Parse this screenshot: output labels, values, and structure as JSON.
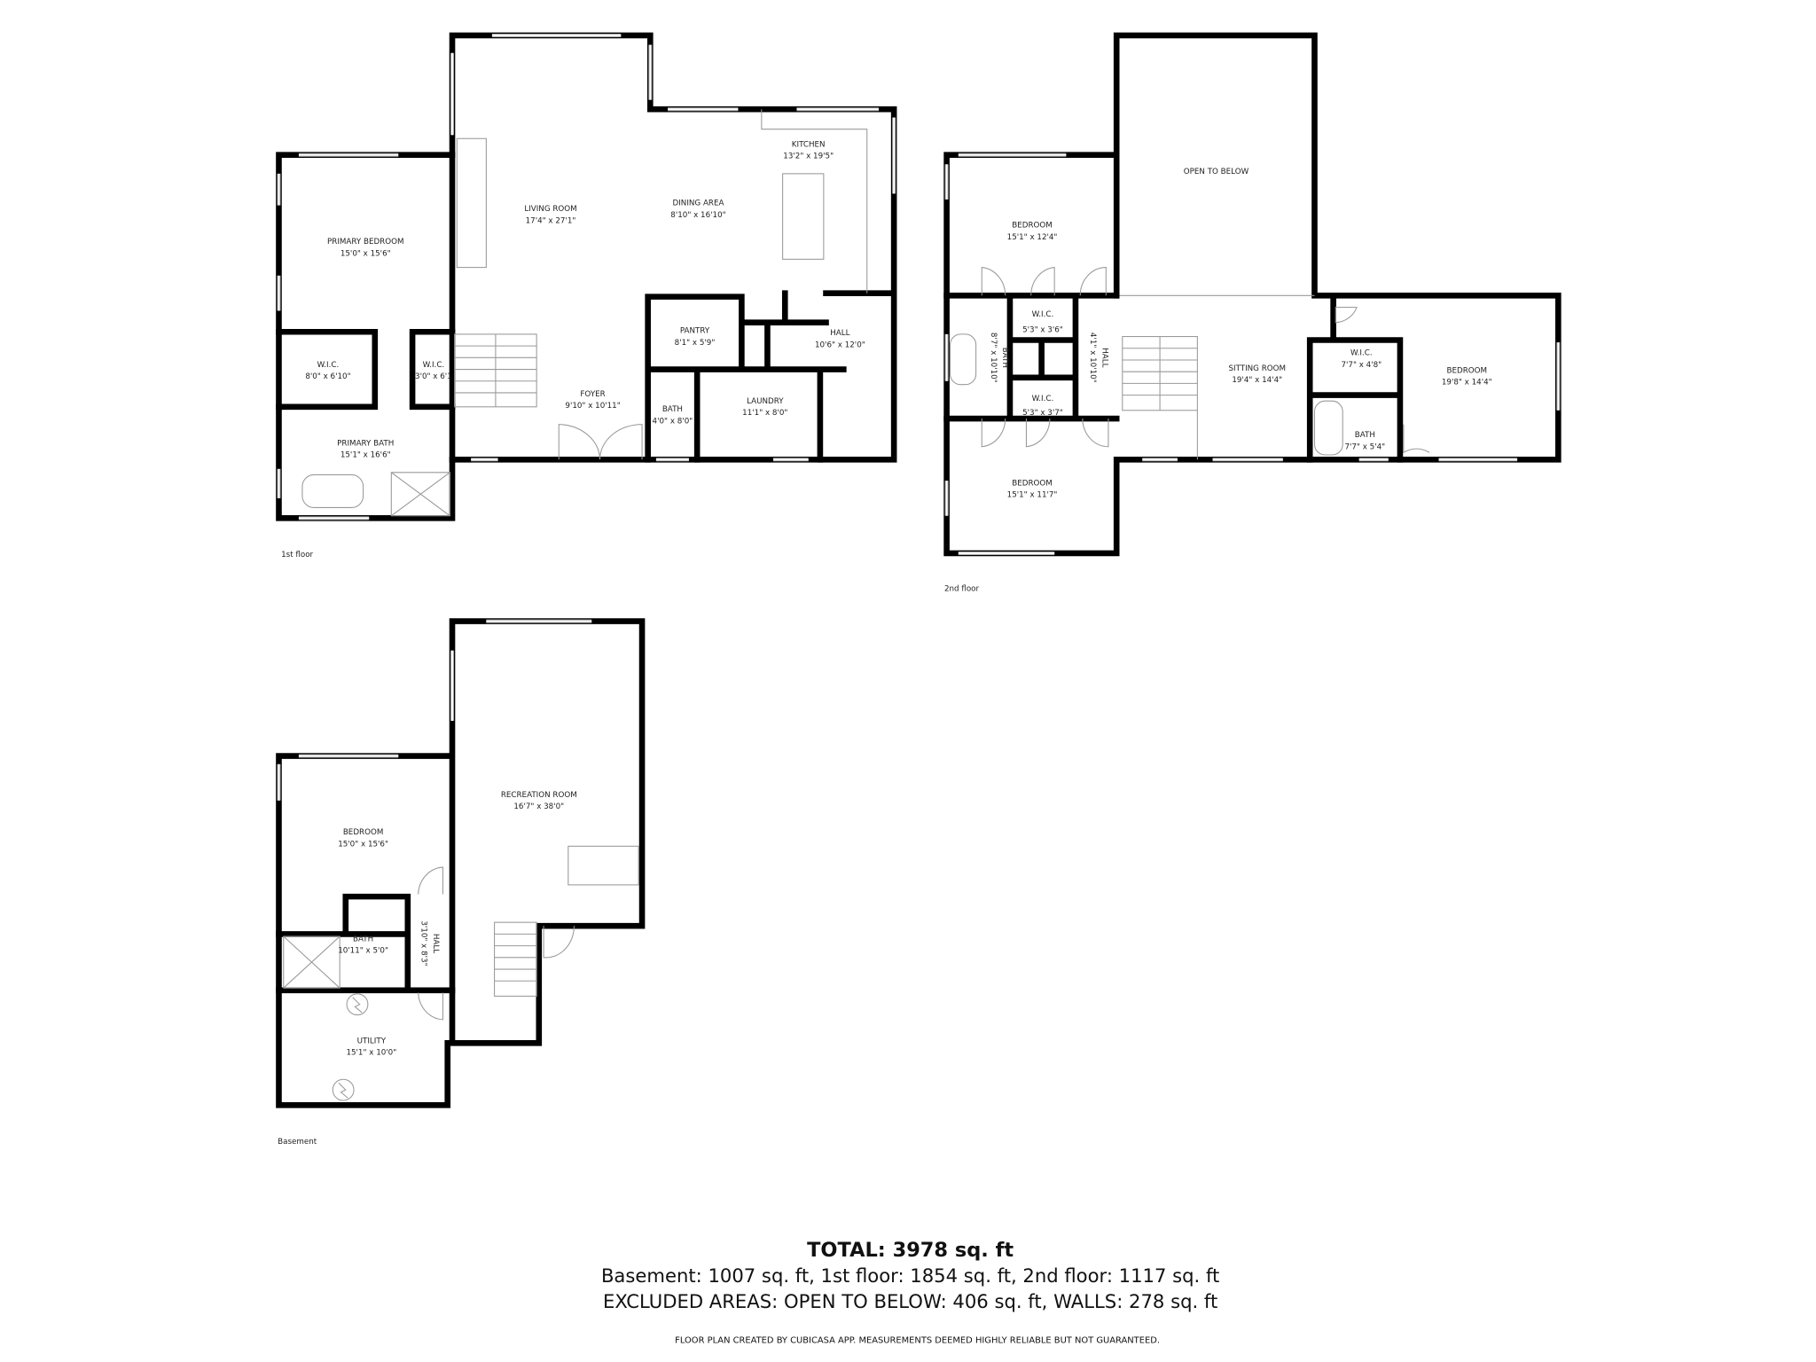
{
  "floors": {
    "first": {
      "label": "1st floor",
      "rooms": [
        {
          "name": "KITCHEN",
          "size": "13'2\" x 19'5\""
        },
        {
          "name": "LIVING ROOM",
          "size": "17'4\" x 27'1\""
        },
        {
          "name": "DINING AREA",
          "size": "8'10\" x 16'10\""
        },
        {
          "name": "PRIMARY BEDROOM",
          "size": "15'0\" x 15'6\""
        },
        {
          "name": "W.I.C.",
          "size": "8'0\" x 6'10\""
        },
        {
          "name": "W.I.C.",
          "size": "3'0\" x 6'1"
        },
        {
          "name": "PRIMARY BATH",
          "size": "15'1\" x 16'6\""
        },
        {
          "name": "PANTRY",
          "size": "8'1\" x 5'9\""
        },
        {
          "name": "HALL",
          "size": "10'6\" x 12'0\""
        },
        {
          "name": "FOYER",
          "size": "9'10\" x 10'11\""
        },
        {
          "name": "BATH",
          "size": "4'0\" x 8'0\""
        },
        {
          "name": "LAUNDRY",
          "size": "11'1\" x 8'0\""
        }
      ]
    },
    "second": {
      "label": "2nd floor",
      "rooms": [
        {
          "name": "OPEN TO BELOW",
          "size": ""
        },
        {
          "name": "BEDROOM",
          "size": "15'1\" x 12'4\""
        },
        {
          "name": "W.I.C.",
          "size": "5'3\" x 3'6\""
        },
        {
          "name": "BATH",
          "size": "8'7\" x 10'10\""
        },
        {
          "name": "HALL",
          "size": "4'1\" x 10'10\""
        },
        {
          "name": "W.I.C.",
          "size": "5'3\" x 3'7\""
        },
        {
          "name": "SITTING ROOM",
          "size": "19'4\" x 14'4\""
        },
        {
          "name": "W.I.C.",
          "size": "7'7\" x 4'8\""
        },
        {
          "name": "BEDROOM",
          "size": "19'8\" x 14'4\""
        },
        {
          "name": "BATH",
          "size": "7'7\" x 5'4\""
        },
        {
          "name": "BEDROOM",
          "size": "15'1\" x 11'7\""
        }
      ]
    },
    "basement": {
      "label": "Basement",
      "rooms": [
        {
          "name": "RECREATION ROOM",
          "size": "16'7\" x 38'0\""
        },
        {
          "name": "BEDROOM",
          "size": "15'0\" x 15'6\""
        },
        {
          "name": "BATH",
          "size": "10'11\" x 5'0\""
        },
        {
          "name": "HALL",
          "size": "3'10\" x 8'3\""
        },
        {
          "name": "UTILITY",
          "size": "15'1\" x 10'0\""
        }
      ]
    }
  },
  "summary": {
    "total": "TOTAL: 3978 sq. ft",
    "breakdown": "Basement: 1007 sq. ft, 1st floor: 1854 sq. ft, 2nd floor: 1117 sq. ft",
    "excluded": "EXCLUDED AREAS: OPEN TO BELOW: 406 sq. ft, WALLS: 278 sq. ft",
    "disclaimer": "FLOOR PLAN CREATED BY CUBICASA APP. MEASUREMENTS DEEMED HIGHLY RELIABLE BUT NOT GUARANTEED."
  }
}
